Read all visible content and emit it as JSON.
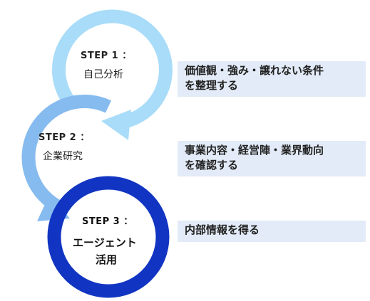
{
  "colors": {
    "step1": "#a9dcf8",
    "step2": "#86bbef",
    "step3": "#1135c2",
    "box_bg": "#e2ebf7"
  },
  "steps": [
    {
      "title": "STEP 1 ：",
      "name_lines": [
        "自己分析"
      ],
      "description_lines": [
        "価値観・強み・譲れない条件",
        "を整理する"
      ]
    },
    {
      "title": "STEP 2 ：",
      "name_lines": [
        "企業研究"
      ],
      "description_lines": [
        "事業内容・経営陣・業界動向",
        "を確認する"
      ]
    },
    {
      "title": "STEP 3 ：",
      "name_lines": [
        "エージェント",
        "活用"
      ],
      "description_lines": [
        "内部情報を得る"
      ]
    }
  ]
}
